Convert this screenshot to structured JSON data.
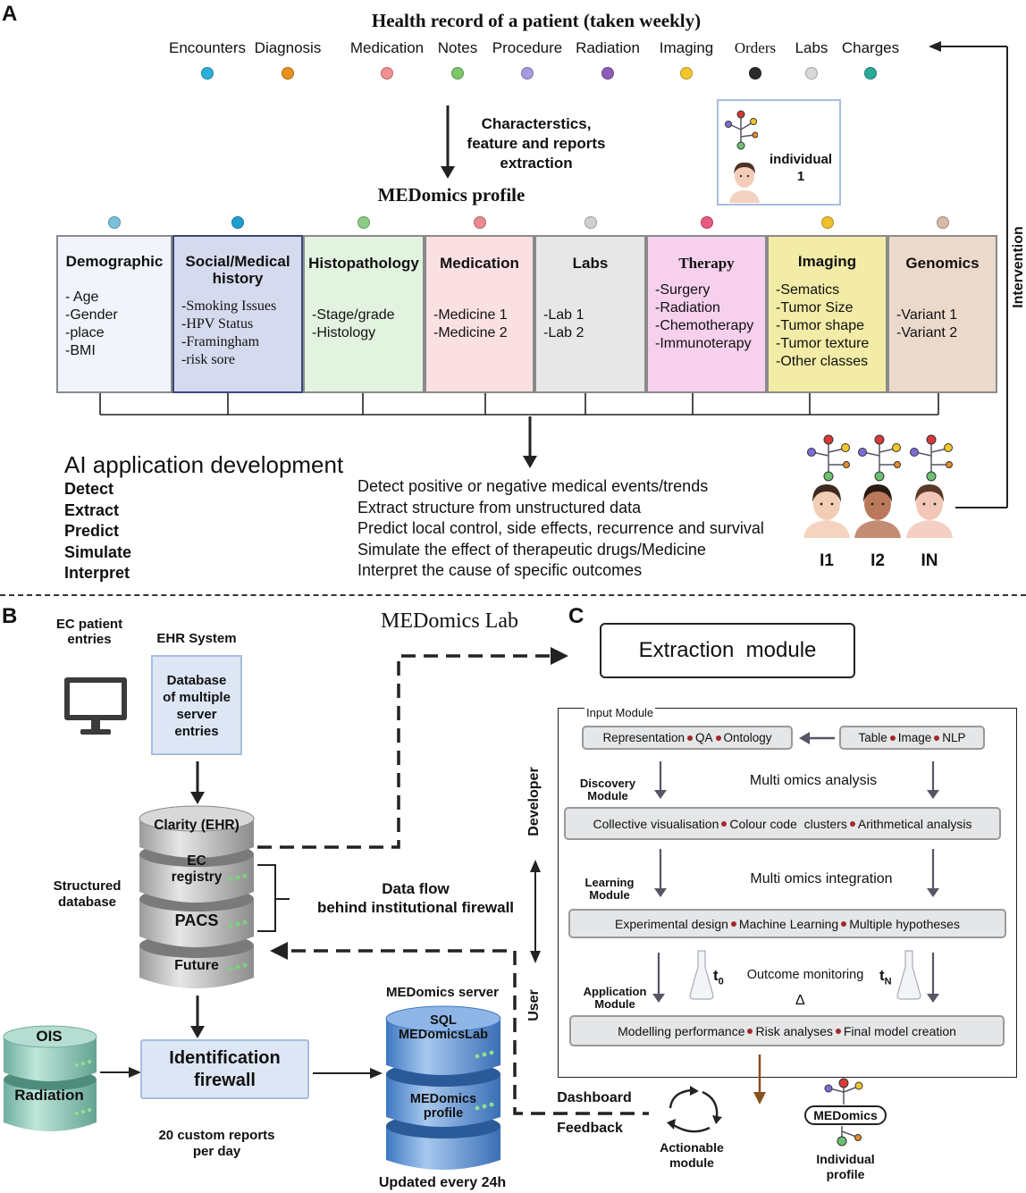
{
  "panelA": {
    "letter": "A",
    "title": "Health record of a patient (taken weekly)",
    "categories": [
      {
        "label": "Encounters",
        "color": "#2ab0d8"
      },
      {
        "label": "Diagnosis",
        "color": "#e8901e"
      },
      {
        "label": "Medication",
        "color": "#f0908e"
      },
      {
        "label": "Notes",
        "color": "#7cc86a"
      },
      {
        "label": "Procedure",
        "color": "#a89ae0"
      },
      {
        "label": "Radiation",
        "color": "#8e5cb8"
      },
      {
        "label": "Imaging",
        "color": "#f2c62c"
      },
      {
        "label": "Orders",
        "color": "#2a2a2a"
      },
      {
        "label": "Labs",
        "color": "#d8d8d8"
      },
      {
        "label": "Charges",
        "color": "#2aa89a"
      }
    ],
    "extraction_text": "Characterstics,\nfeature and reports\nextraction",
    "individual_label": "individual\n1",
    "profile_title": "MEDomics profile",
    "intervention": "Intervention",
    "profile_boxes": [
      {
        "title": "Demographic",
        "items": [
          "- Age",
          "-Gender",
          "-place",
          "-BMI"
        ],
        "bg": "#f1f4fb",
        "dot": "#7ac0dc"
      },
      {
        "title": "Social/Medical history",
        "items": [
          "-Smoking Issues",
          "-HPV Status",
          "-Framingham",
          "-risk sore"
        ],
        "bg": "#d6daee",
        "dot": "#1f9fd0"
      },
      {
        "title": "Histopathology",
        "items": [
          "-Stage/grade",
          "-Histology"
        ],
        "bg": "#e2f4df",
        "dot": "#8ccc84"
      },
      {
        "title": "Medication",
        "items": [
          "-Medicine 1",
          "-Medicine 2"
        ],
        "bg": "#fbe0e2",
        "dot": "#ec8a92"
      },
      {
        "title": "Labs",
        "items": [
          "-Lab 1",
          "-Lab 2"
        ],
        "bg": "#e7e7e7",
        "dot": "#d0d0d0"
      },
      {
        "title": "Therapy",
        "items": [
          "-Surgery",
          "-Radiation",
          "-Chemotherapy",
          "-Immunoterapy"
        ],
        "bg": "#f7d0ee",
        "dot": "#e85a80"
      },
      {
        "title": "Imaging",
        "items": [
          "-Sematics",
          "-Tumor Size",
          "-Tumor shape",
          "-Tumor texture",
          "-Other classes"
        ],
        "bg": "#f3eca6",
        "dot": "#eec02e"
      },
      {
        "title": "Genomics",
        "items": [
          "-Variant 1",
          "-Variant 2"
        ],
        "bg": "#ebd9cc",
        "dot": "#d8b8a6"
      }
    ],
    "ai_title": "AI application development",
    "ai_verbs": [
      "Detect",
      "Extract",
      "Predict",
      "Simulate",
      "Interpret"
    ],
    "ai_descriptions": [
      "Detect positive or negative medical events/trends",
      "Extract structure from unstructured data",
      "Predict local control, side effects, recurrence and survival",
      "Simulate the effect of therapeutic drugs/Medicine",
      "Interpret the cause of specific outcomes"
    ],
    "individuals": [
      "I1",
      "I2",
      "IN"
    ]
  },
  "panelB": {
    "letter": "B",
    "ec_patient": "EC patient\nentries",
    "ehr_system": "EHR System",
    "database_box": "Database\nof multiple\nserver\nentries",
    "structured_db": "Structured\ndatabase",
    "stack": [
      "Clarity (EHR)",
      "EC\nregistry",
      "PACS",
      "Future"
    ],
    "data_flow": "Data flow\nbehind institutional firewall",
    "medomics_lab": "MEDomics Lab",
    "ois_stack": [
      "OIS",
      "Radiation"
    ],
    "firewall": "Identification\nfirewall",
    "custom_reports": "20 custom reports\nper day",
    "server_title": "MEDomics server",
    "server_stack": [
      "SQL\nMEDomicsLab",
      "MEDomics\nprofile"
    ],
    "updated": "Updated every 24h",
    "dashboard": "Dashboard",
    "feedback": "Feedback",
    "actionable": "Actionable\nmodule",
    "developer": "Developer",
    "user": "User"
  },
  "panelC": {
    "letter": "C",
    "extraction_module": "Extraction  module",
    "input_module": "Input Module",
    "input_left": [
      "Representation",
      "QA",
      "Ontology"
    ],
    "input_right": [
      "Table",
      "Image",
      "NLP"
    ],
    "discovery_module": "Discovery\nModule",
    "multi_omics_analysis": "Multi omics analysis",
    "discovery_bar": [
      "Collective visualisation",
      "Colour code  clusters",
      "Arithmetical analysis"
    ],
    "learning_module": "Learning\nModule",
    "multi_omics_integration": "Multi omics integration",
    "learning_bar": [
      "Experimental design",
      "Machine Learning",
      "Multiple hypotheses"
    ],
    "application_module": "Application\nModule",
    "t0": "t",
    "t0_sub": "0",
    "tn": "t",
    "tn_sub": "N",
    "outcome": "Outcome monitoring",
    "delta": "Δ",
    "application_bar": [
      "Modelling performance",
      "Risk analyses",
      "Final model creation"
    ],
    "medomics_badge": "MEDomics",
    "individual_profile": "Individual\nprofile"
  }
}
